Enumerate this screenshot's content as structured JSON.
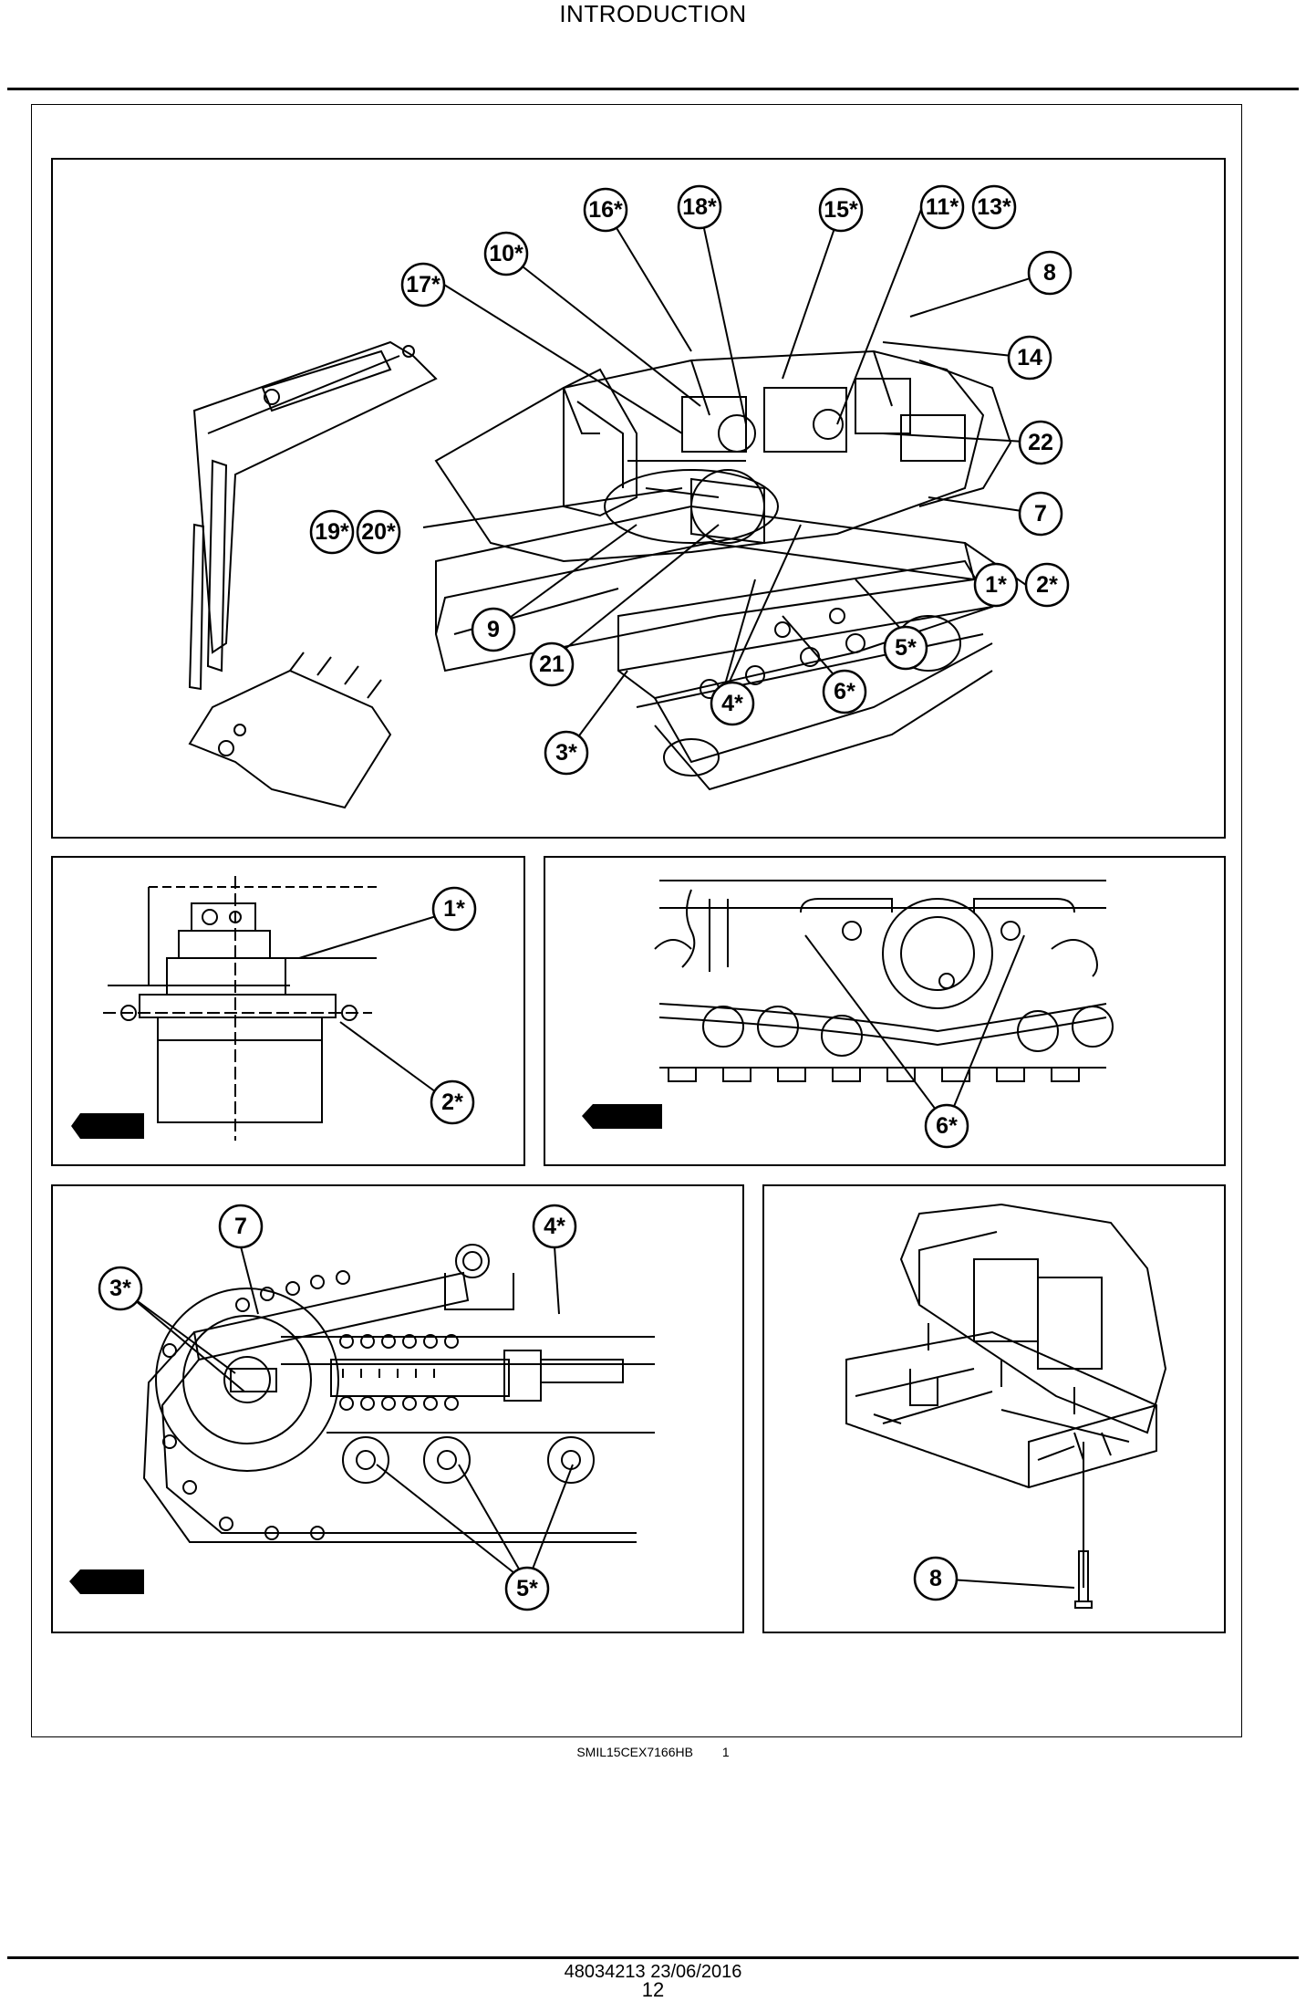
{
  "header": {
    "title": "INTRODUCTION"
  },
  "callouts": {
    "main": [
      "16*",
      "18*",
      "15*",
      "11*",
      "13*",
      "10*",
      "17*",
      "8",
      "14",
      "22",
      "7",
      "19*",
      "20*",
      "1*",
      "2*",
      "9",
      "5*",
      "21",
      "6*",
      "4*",
      "3*"
    ],
    "drive": [
      "1*",
      "2*"
    ],
    "rollers": [
      "6*"
    ],
    "track": [
      "7",
      "4*",
      "3*",
      "5*"
    ],
    "counterweight": [
      "8"
    ]
  },
  "figure": {
    "code": "SMIL15CEX7166HB",
    "number": "1"
  },
  "footer": {
    "doc": "48034213 23/06/2016",
    "page": "12"
  }
}
